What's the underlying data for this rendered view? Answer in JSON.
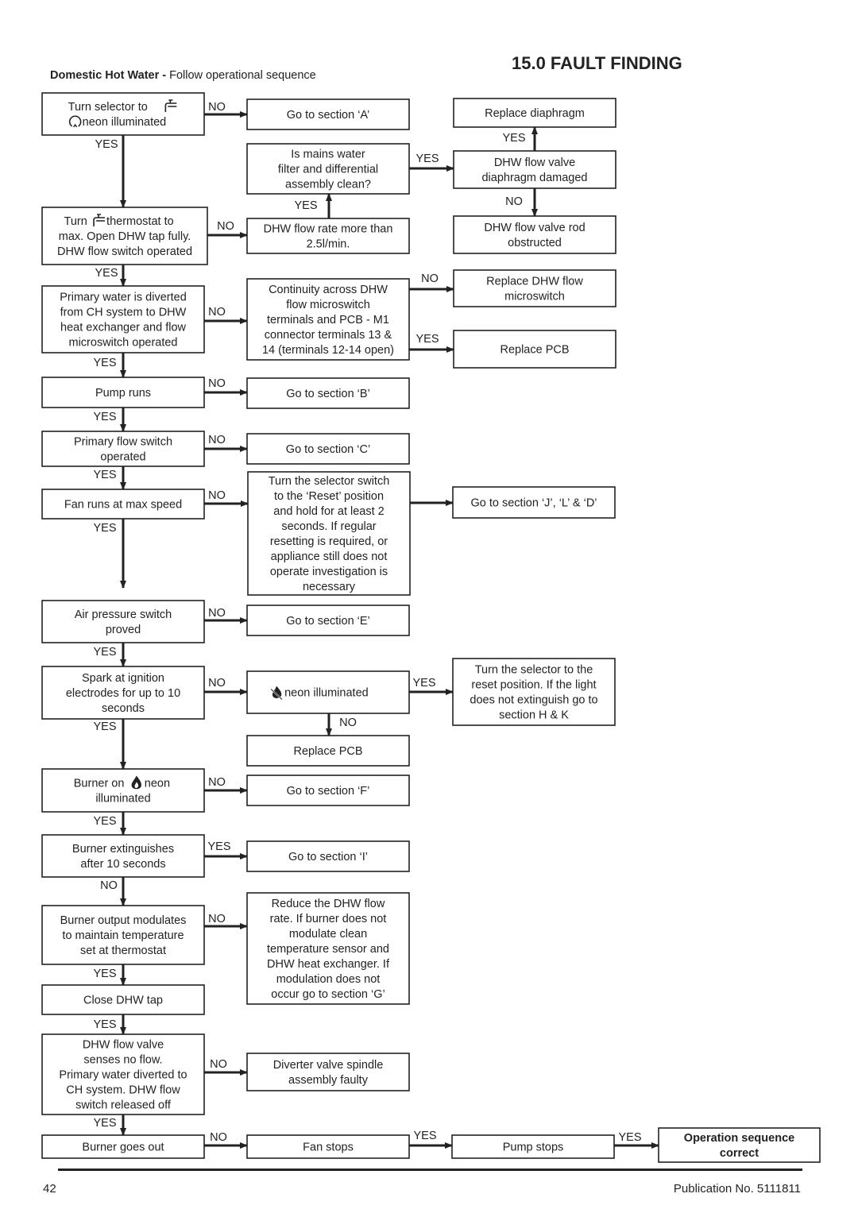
{
  "page": {
    "section_title": "15.0   FAULT FINDING",
    "subtitle_bold": "Domestic Hot Water - ",
    "subtitle_rest": "Follow operational sequence",
    "page_number": "42",
    "publication": "Publication No. 5111811"
  },
  "icons": {
    "tap": "tap-icon",
    "neon": "neon-lamp-icon",
    "spark": "spark-flame-icon",
    "flame": "flame-icon"
  },
  "boxes": [
    {
      "id": "b-selector",
      "lines": [
        [
          "Turn selector to ",
          "#tap"
        ],
        [
          "#neon",
          " neon illuminated"
        ]
      ]
    },
    {
      "id": "b-thermostat",
      "lines": [
        [
          "Turn ",
          "#tap",
          " thermostat to"
        ],
        [
          "max. Open DHW tap fully."
        ],
        [
          "DHW flow switch operated"
        ]
      ]
    },
    {
      "id": "b-primary-diverted",
      "lines": [
        [
          "Primary water is diverted"
        ],
        [
          "from CH system to DHW"
        ],
        [
          "heat exchanger and flow"
        ],
        [
          "microswitch operated"
        ]
      ]
    },
    {
      "id": "b-pump-runs",
      "lines": [
        [
          "Pump runs"
        ]
      ]
    },
    {
      "id": "b-primary-flow-switch",
      "lines": [
        [
          "Primary flow switch"
        ],
        [
          "operated"
        ]
      ]
    },
    {
      "id": "b-fan-max",
      "lines": [
        [
          "Fan runs at max speed"
        ]
      ]
    },
    {
      "id": "b-air-pressure",
      "lines": [
        [
          "Air pressure switch"
        ],
        [
          "proved"
        ]
      ]
    },
    {
      "id": "b-spark",
      "lines": [
        [
          "Spark at ignition"
        ],
        [
          "electrodes for up to 10"
        ],
        [
          "seconds"
        ]
      ]
    },
    {
      "id": "b-burner-on",
      "lines": [
        [
          "Burner on ",
          "#flame",
          " neon"
        ],
        [
          "illuminated"
        ]
      ]
    },
    {
      "id": "b-burner-ext",
      "lines": [
        [
          "Burner extinguishes"
        ],
        [
          "after 10 seconds"
        ]
      ]
    },
    {
      "id": "b-modulates",
      "lines": [
        [
          "Burner output modulates"
        ],
        [
          "to maintain temperature"
        ],
        [
          "set at thermostat"
        ]
      ]
    },
    {
      "id": "b-close-tap",
      "lines": [
        [
          "Close DHW tap"
        ]
      ]
    },
    {
      "id": "b-senses-no-flow",
      "lines": [
        [
          "DHW flow valve"
        ],
        [
          "senses no flow."
        ],
        [
          "Primary water diverted to"
        ],
        [
          "CH system. DHW flow"
        ],
        [
          "switch released off"
        ]
      ]
    },
    {
      "id": "b-burner-out",
      "lines": [
        [
          "Burner goes out"
        ]
      ]
    },
    {
      "id": "b-section-a",
      "lines": [
        [
          "Go to section ‘A’"
        ]
      ]
    },
    {
      "id": "b-mains-filter",
      "lines": [
        [
          "Is mains water"
        ],
        [
          "filter and differential"
        ],
        [
          "assembly clean?"
        ]
      ]
    },
    {
      "id": "b-flow-rate",
      "lines": [
        [
          "DHW flow rate more than"
        ],
        [
          "2.5l/min."
        ]
      ]
    },
    {
      "id": "b-continuity",
      "lines": [
        [
          "Continuity across DHW"
        ],
        [
          "flow microswitch"
        ],
        [
          "terminals and PCB - M1"
        ],
        [
          "connector terminals 13 &"
        ],
        [
          "14 (terminals 12-14 open)"
        ]
      ]
    },
    {
      "id": "b-section-b",
      "lines": [
        [
          "Go to section ‘B’"
        ]
      ]
    },
    {
      "id": "b-section-c",
      "lines": [
        [
          "Go to section ‘C’"
        ]
      ]
    },
    {
      "id": "b-reset-switch",
      "lines": [
        [
          "Turn the selector switch"
        ],
        [
          "to the ‘Reset’ position"
        ],
        [
          "and hold for at least 2"
        ],
        [
          "seconds. If regular"
        ],
        [
          "resetting is required, or"
        ],
        [
          "appliance still does not"
        ],
        [
          "operate investigation is"
        ],
        [
          "necessary"
        ]
      ]
    },
    {
      "id": "b-section-e",
      "lines": [
        [
          "Go to section ‘E’"
        ]
      ]
    },
    {
      "id": "b-spark-neon",
      "lines": [
        [
          "#spark",
          "  neon illuminated"
        ]
      ]
    },
    {
      "id": "b-replace-pcb-2",
      "lines": [
        [
          "Replace PCB"
        ]
      ]
    },
    {
      "id": "b-section-f",
      "lines": [
        [
          "Go to section ‘F’"
        ]
      ]
    },
    {
      "id": "b-section-i",
      "lines": [
        [
          "Go to section ‘I’"
        ]
      ]
    },
    {
      "id": "b-reduce-flow",
      "lines": [
        [
          "Reduce the DHW flow"
        ],
        [
          "rate. If burner does not"
        ],
        [
          "modulate clean"
        ],
        [
          "temperature sensor and"
        ],
        [
          "DHW heat exchanger. If"
        ],
        [
          "modulation does not"
        ],
        [
          "occur go to section ‘G’"
        ]
      ]
    },
    {
      "id": "b-diverter-faulty",
      "lines": [
        [
          "Diverter valve spindle"
        ],
        [
          "assembly faulty"
        ]
      ]
    },
    {
      "id": "b-fan-stops",
      "lines": [
        [
          "Fan stops"
        ]
      ]
    },
    {
      "id": "b-replace-diaphragm",
      "lines": [
        [
          "Replace diaphragm"
        ]
      ]
    },
    {
      "id": "b-diaphragm-damaged",
      "lines": [
        [
          "DHW flow valve"
        ],
        [
          "diaphragm damaged"
        ]
      ]
    },
    {
      "id": "b-rod-obstructed",
      "lines": [
        [
          "DHW flow valve rod"
        ],
        [
          "obstructed"
        ]
      ]
    },
    {
      "id": "b-replace-microswitch",
      "lines": [
        [
          "Replace DHW flow"
        ],
        [
          "microswitch"
        ]
      ]
    },
    {
      "id": "b-replace-pcb-1",
      "lines": [
        [
          "Replace PCB"
        ]
      ]
    },
    {
      "id": "b-section-jld",
      "lines": [
        [
          "Go to section ‘J’, ‘L’ & ‘D’"
        ]
      ]
    },
    {
      "id": "b-reset-light",
      "lines": [
        [
          "Turn the selector to the"
        ],
        [
          "reset position. If the light"
        ],
        [
          "does not extinguish go to"
        ],
        [
          "section H & K"
        ]
      ]
    },
    {
      "id": "b-pump-stops",
      "lines": [
        [
          "Pump stops"
        ]
      ]
    },
    {
      "id": "b-sequence-correct",
      "bold": true,
      "lines": [
        [
          "Operation sequence"
        ],
        [
          "correct"
        ]
      ]
    }
  ],
  "arrows": [
    {
      "from": "b-selector",
      "to": "b-section-a",
      "label": "NO"
    },
    {
      "from": "b-selector",
      "to": "b-thermostat",
      "label": "YES"
    },
    {
      "from": "b-thermostat",
      "to": "b-flow-rate",
      "label": "NO"
    },
    {
      "from": "b-flow-rate",
      "to": "b-mains-filter",
      "label": "YES"
    },
    {
      "from": "b-mains-filter",
      "to": "b-diaphragm-damaged",
      "label": "YES"
    },
    {
      "from": "b-diaphragm-damaged",
      "to": "b-replace-diaphragm",
      "label": "YES"
    },
    {
      "from": "b-diaphragm-damaged",
      "to": "b-rod-obstructed",
      "label": "NO"
    },
    {
      "from": "b-thermostat",
      "to": "b-primary-diverted",
      "label": "YES"
    },
    {
      "from": "b-primary-diverted",
      "to": "b-continuity",
      "label": "NO"
    },
    {
      "from": "b-continuity",
      "to": "b-replace-microswitch",
      "label": "NO"
    },
    {
      "from": "b-continuity",
      "to": "b-replace-pcb-1",
      "label": "YES"
    },
    {
      "from": "b-primary-diverted",
      "to": "b-pump-runs",
      "label": "YES"
    },
    {
      "from": "b-pump-runs",
      "to": "b-section-b",
      "label": "NO"
    },
    {
      "from": "b-pump-runs",
      "to": "b-primary-flow-switch",
      "label": "YES"
    },
    {
      "from": "b-primary-flow-switch",
      "to": "b-section-c",
      "label": "NO"
    },
    {
      "from": "b-primary-flow-switch",
      "to": "b-fan-max",
      "label": "YES"
    },
    {
      "from": "b-fan-max",
      "to": "b-reset-switch",
      "label": "NO"
    },
    {
      "from": "b-reset-switch",
      "to": "b-section-jld",
      "label": ""
    },
    {
      "from": "b-fan-max",
      "to": "b-air-pressure",
      "label": "YES"
    },
    {
      "from": "b-air-pressure",
      "to": "b-section-e",
      "label": "NO"
    },
    {
      "from": "b-air-pressure",
      "to": "b-spark",
      "label": "YES"
    },
    {
      "from": "b-spark",
      "to": "b-spark-neon",
      "label": "NO"
    },
    {
      "from": "b-spark-neon",
      "to": "b-reset-light",
      "label": "YES"
    },
    {
      "from": "b-spark-neon",
      "to": "b-replace-pcb-2",
      "label": "NO"
    },
    {
      "from": "b-spark",
      "to": "b-burner-on",
      "label": "YES"
    },
    {
      "from": "b-burner-on",
      "to": "b-section-f",
      "label": "NO"
    },
    {
      "from": "b-burner-on",
      "to": "b-burner-ext",
      "label": "YES"
    },
    {
      "from": "b-burner-ext",
      "to": "b-section-i",
      "label": "YES"
    },
    {
      "from": "b-burner-ext",
      "to": "b-modulates",
      "label": "NO"
    },
    {
      "from": "b-modulates",
      "to": "b-reduce-flow",
      "label": "NO"
    },
    {
      "from": "b-modulates",
      "to": "b-close-tap",
      "label": "YES"
    },
    {
      "from": "b-close-tap",
      "to": "b-senses-no-flow",
      "label": "YES"
    },
    {
      "from": "b-senses-no-flow",
      "to": "b-diverter-faulty",
      "label": "NO"
    },
    {
      "from": "b-senses-no-flow",
      "to": "b-burner-out",
      "label": "YES"
    },
    {
      "from": "b-burner-out",
      "to": "b-fan-stops",
      "label": "NO"
    },
    {
      "from": "b-fan-stops",
      "to": "b-pump-stops",
      "label": "YES"
    },
    {
      "from": "b-pump-stops",
      "to": "b-sequence-correct",
      "label": "YES"
    }
  ]
}
